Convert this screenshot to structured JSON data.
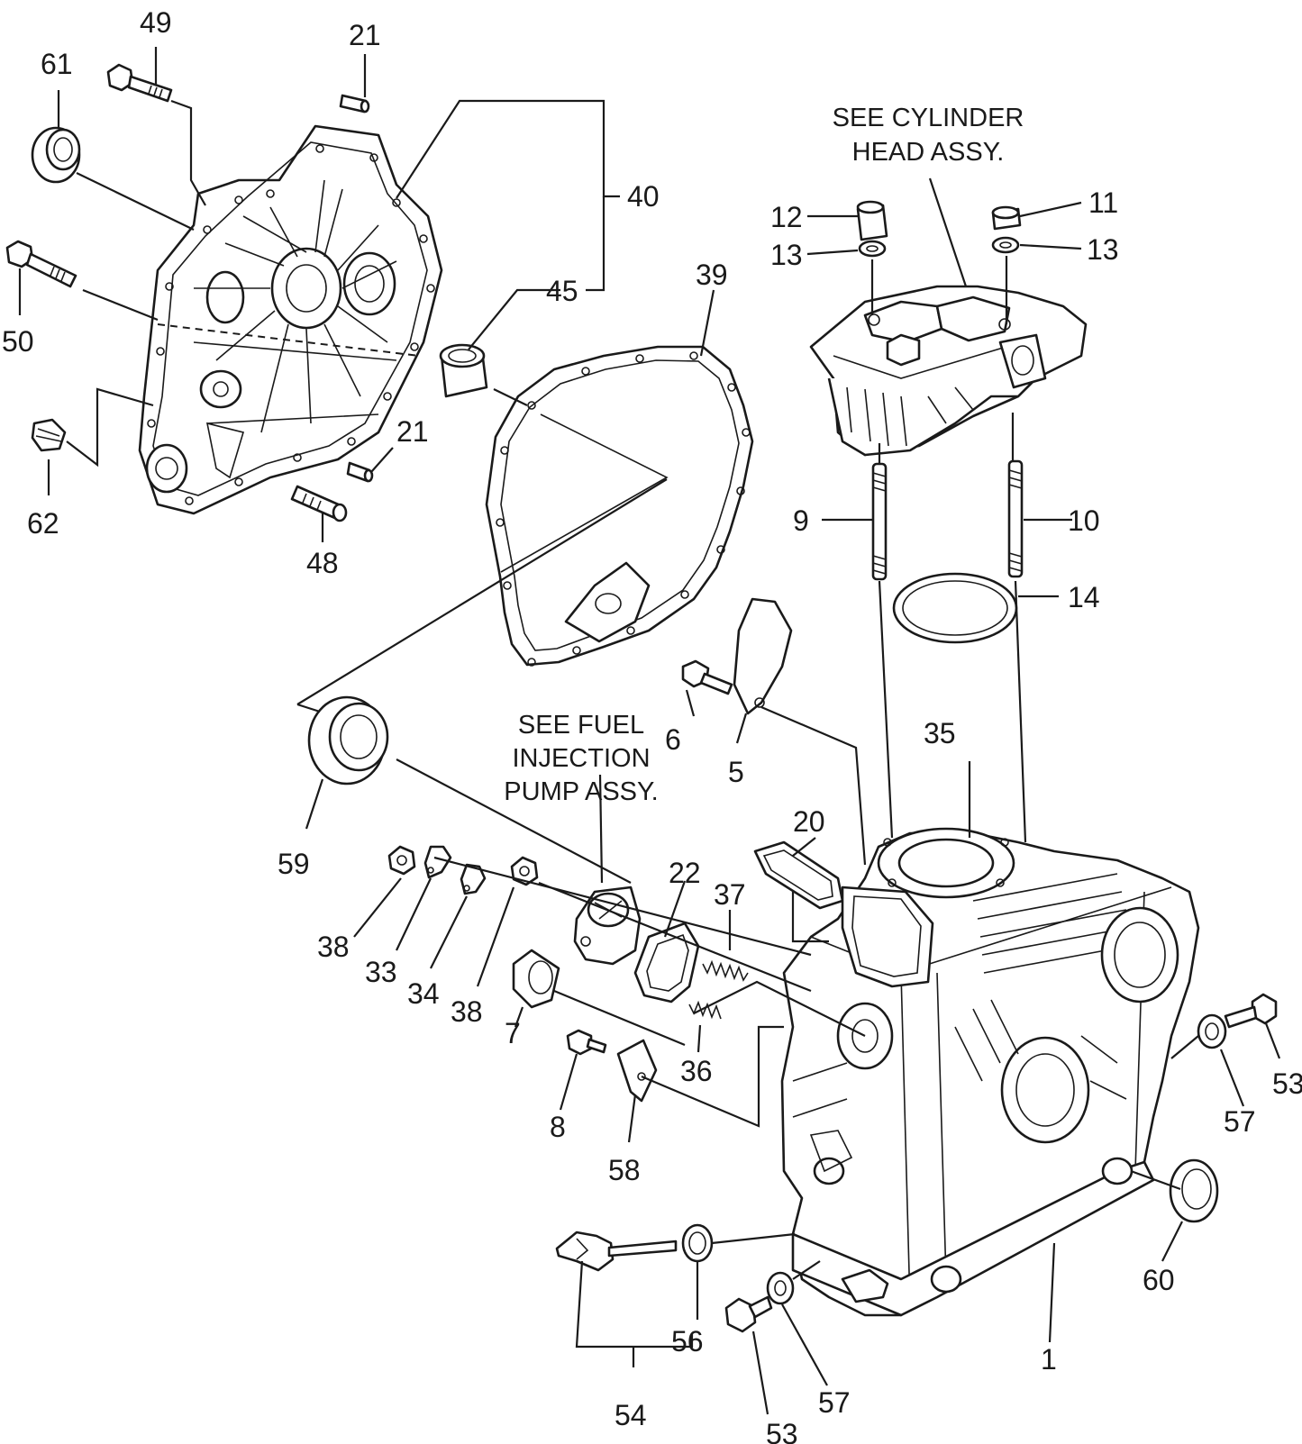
{
  "notes": {
    "cylinder_head": [
      "SEE CYLINDER",
      "HEAD ASSY."
    ],
    "fuel_pump": [
      "SEE FUEL",
      "INJECTION",
      "PUMP ASSY."
    ]
  },
  "callouts": {
    "c49": "49",
    "c21a": "21",
    "c61": "61",
    "c40": "40",
    "c45": "45",
    "c50": "50",
    "c21b": "21",
    "c62": "62",
    "c48": "48",
    "c39": "39",
    "c12": "12",
    "c11": "11",
    "c13a": "13",
    "c13b": "13",
    "c9": "9",
    "c10": "10",
    "c14": "14",
    "c6": "6",
    "c5": "5",
    "c35": "35",
    "c59": "59",
    "c20": "20",
    "c22": "22",
    "c37": "37",
    "c38a": "38",
    "c33": "33",
    "c34": "34",
    "c38b": "38",
    "c7": "7",
    "c36": "36",
    "c8": "8",
    "c58": "58",
    "c57a": "57",
    "c53a": "53",
    "c60": "60",
    "c56": "56",
    "c54": "54",
    "c53b": "53",
    "c57b": "57",
    "c1": "1"
  }
}
